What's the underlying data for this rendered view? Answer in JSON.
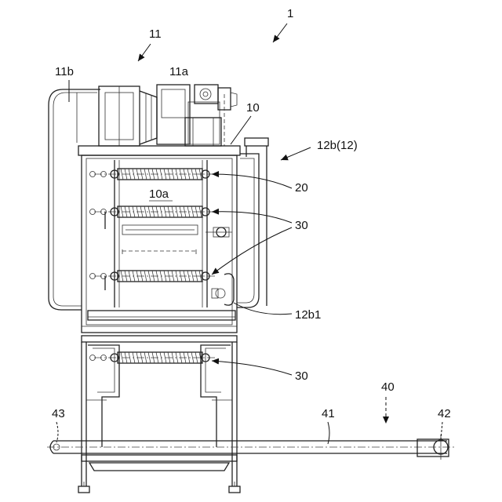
{
  "labels": {
    "machine": "1",
    "fan_unit": "11",
    "fan_motor": "11a",
    "duct": "11b",
    "cabinet": "10",
    "chamber": "10a",
    "air_path": "12b(12)",
    "upper_rollers": "20",
    "middle_rollers": "30",
    "duct_opening": "12b1",
    "lower_rollers": "30",
    "conveyor": "40",
    "conveyor_belt": "41",
    "drive_pulley": "42",
    "idler_pulley": "43"
  }
}
